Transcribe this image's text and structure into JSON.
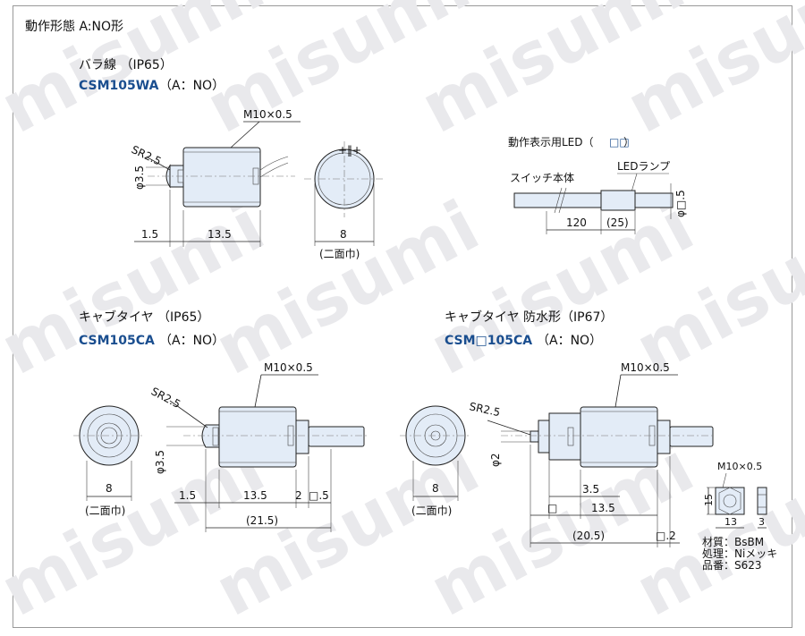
{
  "page_title": "動作形態 A:NO形",
  "watermark": "misumi",
  "diagrams": [
    {
      "type_label": "バラ線 （IP65）",
      "model": "CSM105WA",
      "mode": "（A：NO）",
      "callouts": {
        "thread": "M10×0.5",
        "sr": "SR2.5",
        "dia": "φ3.5"
      },
      "dims": {
        "d1": "1.5",
        "d2": "13.5",
        "width": "8",
        "note": "(二面巾)"
      }
    },
    {
      "type_label": "キャブタイヤ （IP65）",
      "model": "CSM105CA",
      "mode": "（A：NO）",
      "callouts": {
        "thread": "M10×0.5",
        "sr": "SR2.5",
        "dia": "φ3.5"
      },
      "dims": {
        "d1": "1.5",
        "d2": "13.5",
        "d3": "2",
        "d4": "□.5",
        "total": "(21.5)",
        "width": "8",
        "note": "(二面巾)"
      }
    },
    {
      "type_label": "キャブタイヤ 防水形（IP67）",
      "model": "CSM□105CA",
      "mode": "（A：NO）",
      "callouts": {
        "thread": "M10×0.5",
        "sr": "SR2.5",
        "dia": "φ2"
      },
      "dims": {
        "d1": "3.5",
        "d2": "□",
        "d3": "13.5",
        "total": "(20.5)",
        "d4": "□.2",
        "width": "8",
        "note": "(二面巾)"
      }
    }
  ],
  "led_detail": {
    "title": "動作表示用LED（",
    "title_mark": "□□",
    "title_end": "）",
    "switch_body": "スイッチ本体",
    "led_lamp": "LEDランプ",
    "dim_a": "120",
    "dim_b": "(25)",
    "dia": "φ□.5"
  },
  "nut_detail": {
    "thread": "M10×0.5",
    "h": "15",
    "w": "13",
    "t": "3",
    "spec": [
      "材質：BsBM",
      "処理：Niメッキ",
      "品番：S623"
    ]
  }
}
